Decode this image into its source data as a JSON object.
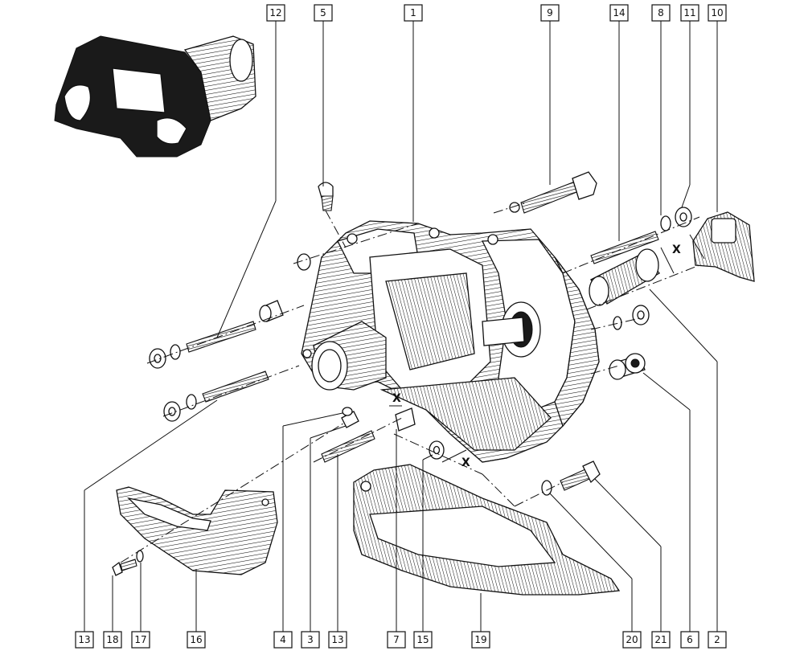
{
  "callouts": [
    {
      "id": "c12",
      "label": "12"
    },
    {
      "id": "c5",
      "label": "5"
    },
    {
      "id": "c1",
      "label": "1"
    },
    {
      "id": "c9",
      "label": "9"
    },
    {
      "id": "c14",
      "label": "14"
    },
    {
      "id": "c8",
      "label": "8"
    },
    {
      "id": "c11",
      "label": "11"
    },
    {
      "id": "c10",
      "label": "10"
    },
    {
      "id": "c13a",
      "label": "13"
    },
    {
      "id": "c18",
      "label": "18"
    },
    {
      "id": "c17",
      "label": "17"
    },
    {
      "id": "c16",
      "label": "16"
    },
    {
      "id": "c4",
      "label": "4"
    },
    {
      "id": "c3",
      "label": "3"
    },
    {
      "id": "c13b",
      "label": "13"
    },
    {
      "id": "c7",
      "label": "7"
    },
    {
      "id": "c15",
      "label": "15"
    },
    {
      "id": "c19",
      "label": "19"
    },
    {
      "id": "c20",
      "label": "20"
    },
    {
      "id": "c21",
      "label": "21"
    },
    {
      "id": "c6",
      "label": "6"
    },
    {
      "id": "c2",
      "label": "2"
    }
  ],
  "dimension_marks": {
    "x1": "X",
    "x2": "X",
    "x3": "X"
  },
  "colors": {
    "ink": "#111111",
    "paper": "#ffffff"
  }
}
